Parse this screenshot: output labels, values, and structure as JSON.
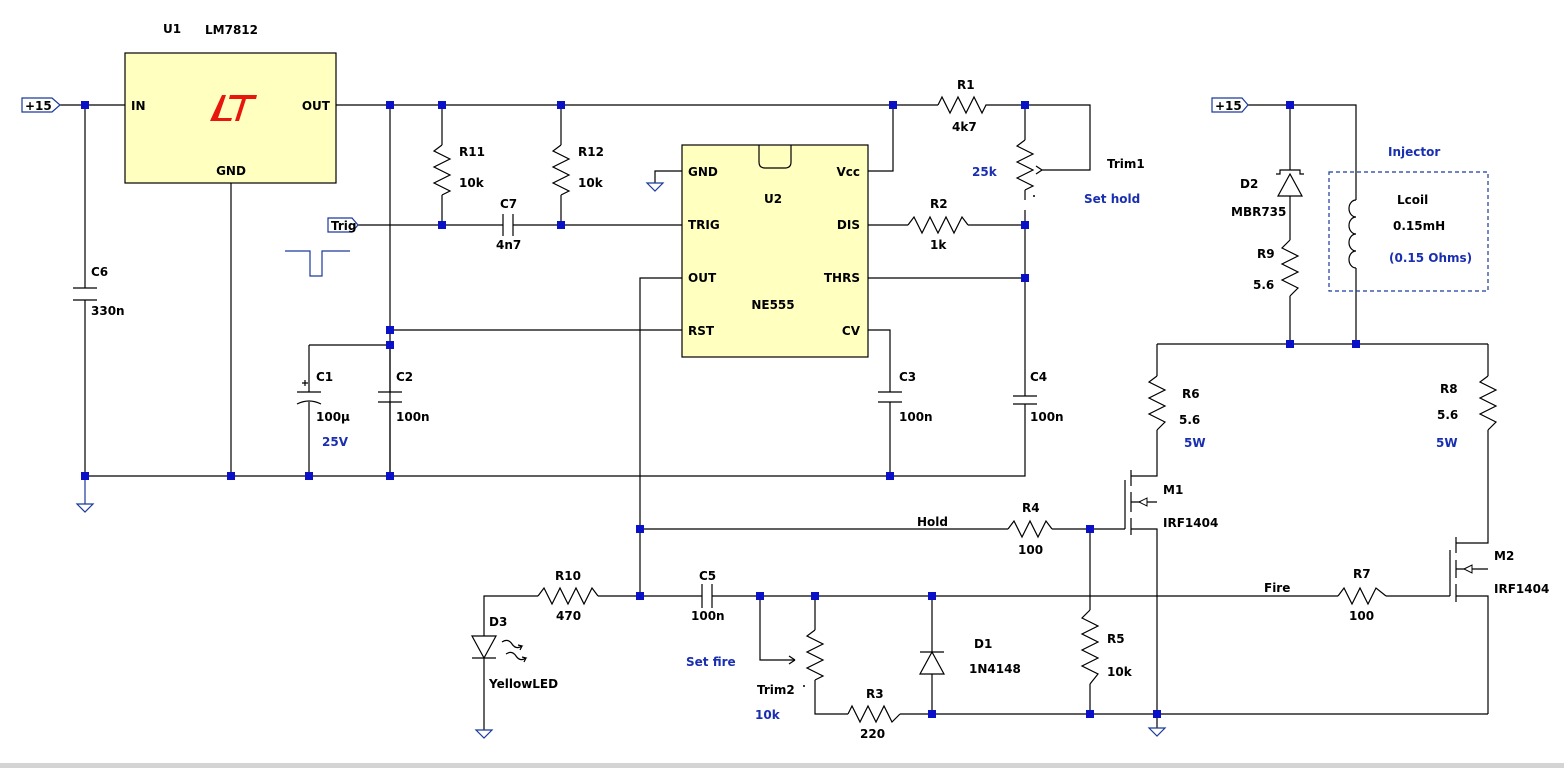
{
  "labels": {
    "vin_flag": "+15",
    "vin_flag2": "+15",
    "trig_flag": "Trig",
    "u1_ref": "U1",
    "u1_part": "LM7812",
    "u1_in": "IN",
    "u1_out": "OUT",
    "u1_gnd": "GND",
    "u2_ref": "U2",
    "u2_part": "NE555",
    "u2_gnd": "GND",
    "u2_vcc": "Vcc",
    "u2_trig": "TRIG",
    "u2_dis": "DIS",
    "u2_out": "OUT",
    "u2_thrs": "THRS",
    "u2_rst": "RST",
    "u2_cv": "CV",
    "r1_ref": "R1",
    "r1_val": "4k7",
    "r2_ref": "R2",
    "r2_val": "1k",
    "r3_ref": "R3",
    "r3_val": "220",
    "r4_ref": "R4",
    "r4_val": "100",
    "r5_ref": "R5",
    "r5_val": "10k",
    "r6_ref": "R6",
    "r6_val": "5.6",
    "r6_note": "5W",
    "r7_ref": "R7",
    "r7_val": "100",
    "r8_ref": "R8",
    "r8_val": "5.6",
    "r8_note": "5W",
    "r9_ref": "R9",
    "r9_val": "5.6",
    "r10_ref": "R10",
    "r10_val": "470",
    "r11_ref": "R11",
    "r11_val": "10k",
    "r12_ref": "R12",
    "r12_val": "10k",
    "c1_ref": "C1",
    "c1_val": "100µ",
    "c1_note": "25V",
    "c2_ref": "C2",
    "c2_val": "100n",
    "c3_ref": "C3",
    "c3_val": "100n",
    "c4_ref": "C4",
    "c4_val": "100n",
    "c5_ref": "C5",
    "c5_val": "100n",
    "c6_ref": "C6",
    "c6_val": "330n",
    "c7_ref": "C7",
    "c7_val": "4n7",
    "trim1_ref": "Trim1",
    "trim1_val": "25k",
    "trim1_note": "Set hold",
    "trim2_ref": "Trim2",
    "trim2_val": "10k",
    "trim2_note": "Set fire",
    "d1_ref": "D1",
    "d1_val": "1N4148",
    "d2_ref": "D2",
    "d2_val": "MBR735",
    "d3_ref": "D3",
    "d3_val": "YellowLED",
    "m1_ref": "M1",
    "m1_val": "IRF1404",
    "m2_ref": "M2",
    "m2_val": "IRF1404",
    "lcoil_ref": "Lcoil",
    "lcoil_val": "0.15mH",
    "lcoil_note": "(0.15 Ohms)",
    "injector": "Injector",
    "net_hold": "Hold",
    "net_fire": "Fire"
  },
  "colors": {
    "wire": "#000000",
    "junction": "#0a10c8",
    "note_text": "#1a2fb0",
    "ic_fill": "#ffffc0",
    "logo": "#e8160c",
    "ground": "#1a3a9c"
  }
}
